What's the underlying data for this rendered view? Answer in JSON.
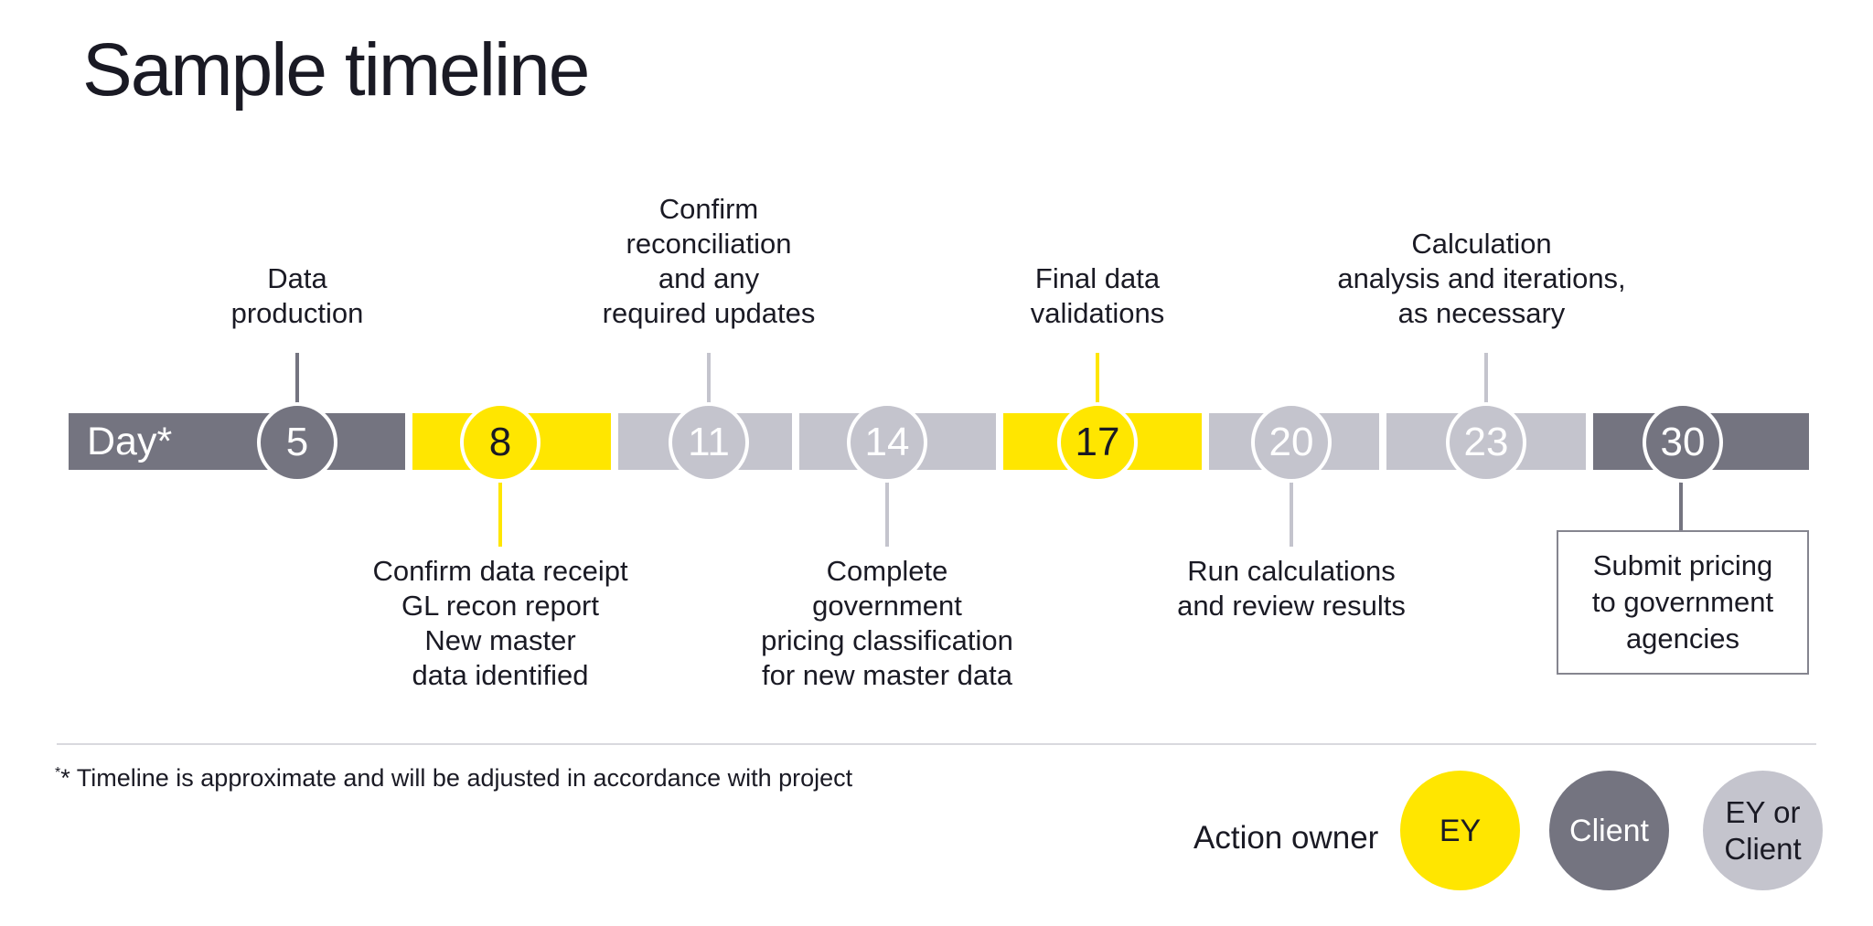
{
  "slide": {
    "title": "Sample timeline"
  },
  "colors": {
    "ey_yellow": "#FFE600",
    "dark_gray": "#747480",
    "light_gray": "#C4C4CD",
    "text": "#1A1A24"
  },
  "timeline": {
    "axis_label": "Day*",
    "milestones": [
      {
        "day": "5",
        "owner": "Client",
        "color": "#747480",
        "label_position": "above",
        "label": "Data\nproduction"
      },
      {
        "day": "8",
        "owner": "EY",
        "color": "#FFE600",
        "label_position": "below",
        "label": "Confirm data receipt\nGL recon report\nNew master\ndata identified"
      },
      {
        "day": "11",
        "owner": "EY or Client",
        "color": "#C4C4CD",
        "label_position": "above",
        "label": "Confirm\nreconciliation\nand any\nrequired updates"
      },
      {
        "day": "14",
        "owner": "EY or Client",
        "color": "#C4C4CD",
        "label_position": "below",
        "label": "Complete\ngovernment\npricing classification\nfor new master data"
      },
      {
        "day": "17",
        "owner": "EY",
        "color": "#FFE600",
        "label_position": "above",
        "label": "Final data\nvalidations"
      },
      {
        "day": "20",
        "owner": "EY or Client",
        "color": "#C4C4CD",
        "label_position": "below",
        "label": "Run calculations\nand review results"
      },
      {
        "day": "23",
        "owner": "EY or Client",
        "color": "#C4C4CD",
        "label_position": "above",
        "label": "Calculation\nanalysis and iterations,\nas necessary"
      },
      {
        "day": "30",
        "owner": "Client",
        "color": "#747480",
        "label_position": "below-boxed",
        "label": "Submit pricing\nto government\nagencies"
      }
    ]
  },
  "footnote": {
    "superscript": "*",
    "text": "* Timeline is approximate and will be adjusted in accordance with project"
  },
  "legend": {
    "label": "Action owner",
    "items": [
      {
        "label": "EY",
        "color": "#FFE600"
      },
      {
        "label": "Client",
        "color": "#747480"
      },
      {
        "label": "EY or Client",
        "color": "#C4C4CD"
      }
    ]
  }
}
